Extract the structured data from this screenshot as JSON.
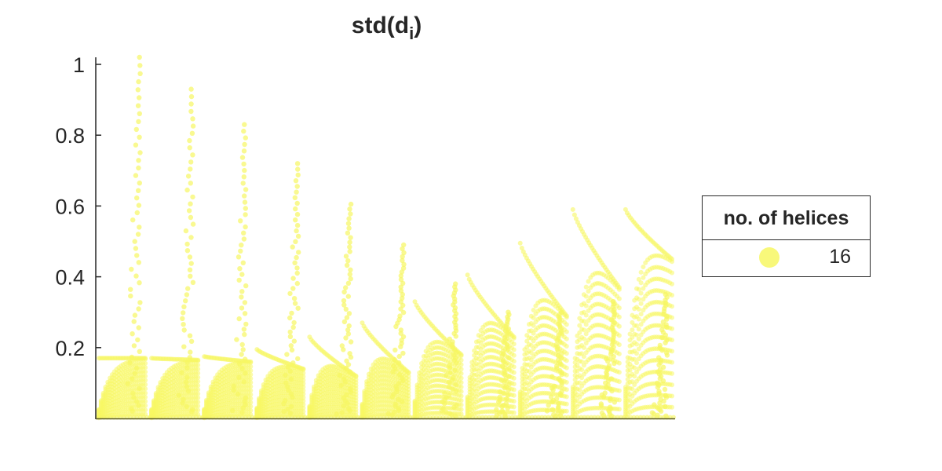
{
  "chart_title": {
    "main": "std(d",
    "subscript": "i",
    "close": ")"
  },
  "legend": {
    "title": "no. of helices",
    "entries": [
      {
        "label": "16",
        "color": "#f7f763"
      }
    ]
  },
  "colors": {
    "marker": "#f7f763",
    "axis": "#262626",
    "text": "#262626"
  },
  "chart_data": {
    "type": "scatter",
    "title": "std(d_i)",
    "xlabel": "",
    "ylabel": "",
    "ylim": [
      0,
      1.02
    ],
    "yticks": [
      0.2,
      0.4,
      0.6,
      0.8,
      1
    ],
    "ytick_labels": [
      "0.2",
      "0.4",
      "0.6",
      "0.8",
      "1"
    ],
    "x_ticks_shown": false,
    "grid": false,
    "legend_position": "outside-right",
    "marker": "filled-circle",
    "series": [
      {
        "name": "16",
        "color": "#f7f763",
        "opacity": 0.7,
        "segments": [
          {
            "index": 1,
            "spike_peak": 1.02,
            "plateau_start": 0.17,
            "plateau_end": 0.17
          },
          {
            "index": 2,
            "spike_peak": 0.93,
            "plateau_start": 0.17,
            "plateau_end": 0.165
          },
          {
            "index": 3,
            "spike_peak": 0.83,
            "plateau_start": 0.175,
            "plateau_end": 0.16
          },
          {
            "index": 4,
            "spike_peak": 0.72,
            "plateau_start": 0.195,
            "plateau_end": 0.14
          },
          {
            "index": 5,
            "spike_peak": 0.605,
            "plateau_start": 0.23,
            "plateau_end": 0.12
          },
          {
            "index": 6,
            "spike_peak": 0.49,
            "plateau_start": 0.27,
            "plateau_end": 0.13
          },
          {
            "index": 7,
            "spike_peak": 0.38,
            "plateau_start": 0.33,
            "plateau_end": 0.18
          },
          {
            "index": 8,
            "spike_peak": 0.3,
            "plateau_start": 0.405,
            "plateau_end": 0.23
          },
          {
            "index": 9,
            "spike_peak": 0.3,
            "plateau_start": 0.495,
            "plateau_end": 0.29
          },
          {
            "index": 10,
            "spike_peak": 0.33,
            "plateau_start": 0.59,
            "plateau_end": 0.37
          },
          {
            "index": 11,
            "spike_peak": 0.35,
            "plateau_start": 0.59,
            "plateau_end": 0.45
          }
        ]
      }
    ]
  }
}
